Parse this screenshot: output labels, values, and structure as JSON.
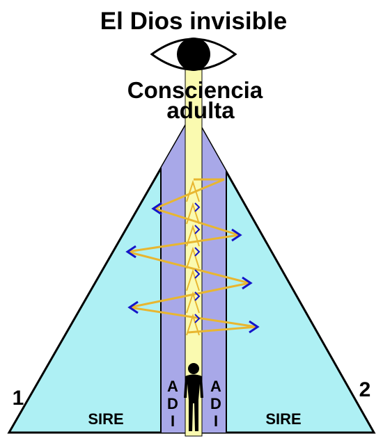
{
  "title": "El Dios invisible",
  "consciousness": [
    "Consciencia",
    "adulta"
  ],
  "left_number": "1",
  "right_number": "2",
  "left_region": "SIRE",
  "right_region": "SIRE",
  "left_column": [
    "A",
    "D",
    "I"
  ],
  "right_column": [
    "A",
    "D",
    "I"
  ],
  "icons": [
    "eye-icon",
    "human-figure-icon"
  ],
  "colors": {
    "outer": "#aef0f4",
    "inner": "#a8a8e8",
    "beam": "#fafab0",
    "zigzag": "#e8b630",
    "arrowhead": "#1414c8",
    "outline": "#000000"
  }
}
